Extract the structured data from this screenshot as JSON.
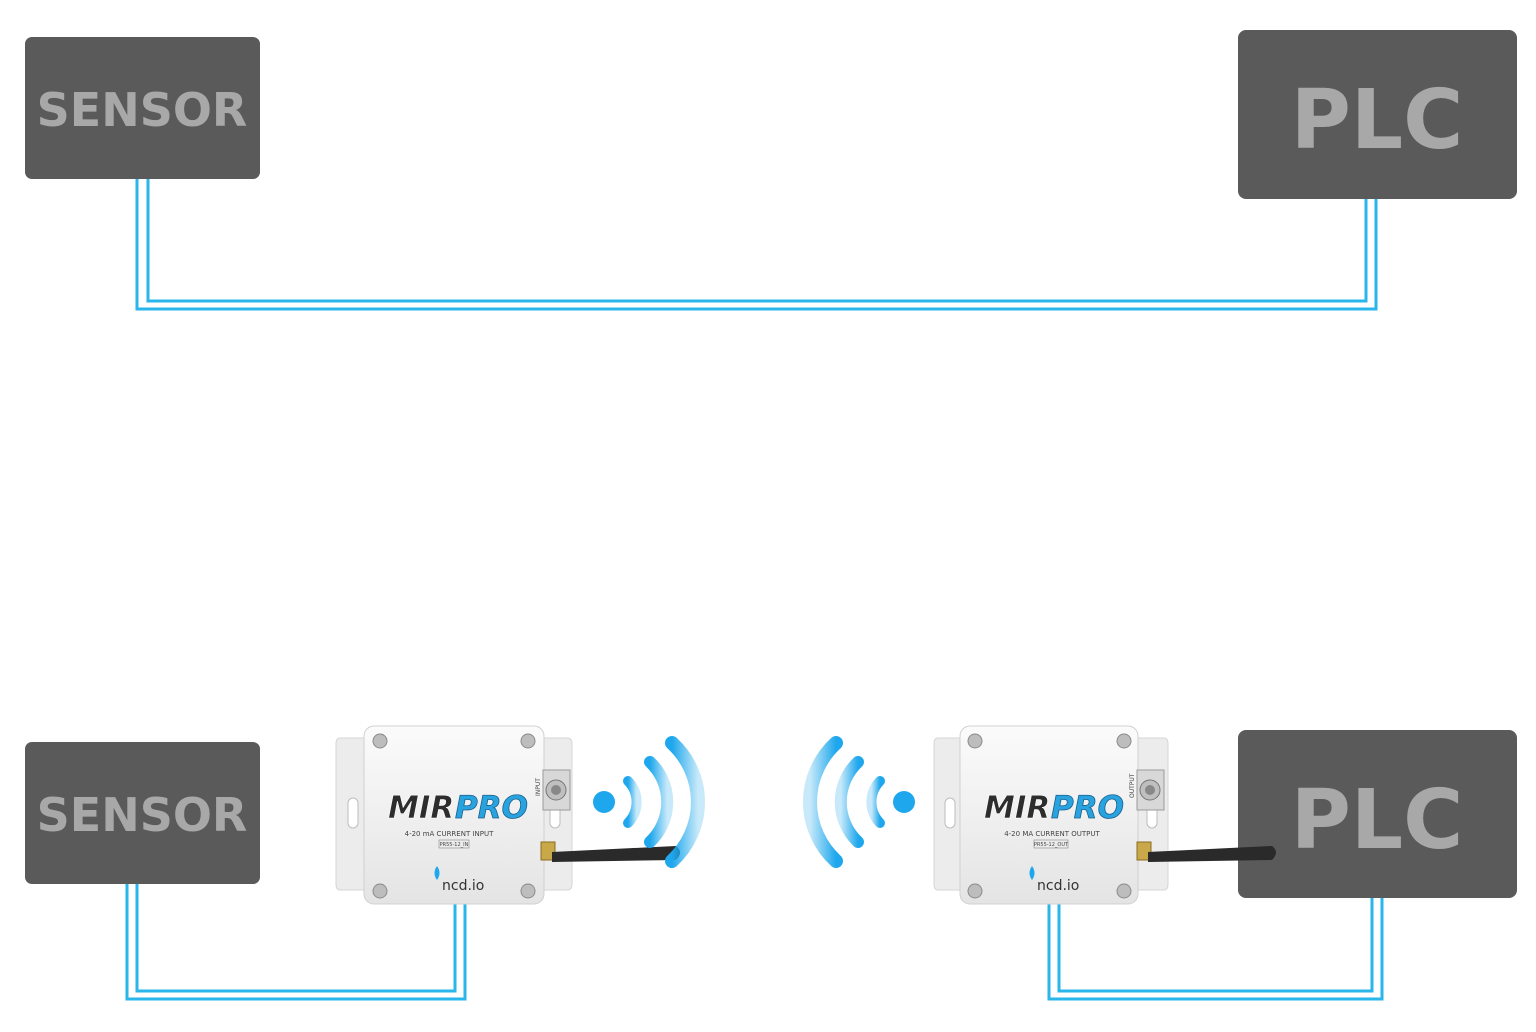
{
  "top_row": {
    "sensor_label": "SENSOR",
    "plc_label": "PLC"
  },
  "bottom_row": {
    "sensor_label": "SENSOR",
    "plc_label": "PLC",
    "input_module": {
      "brand_a": "MIR",
      "brand_b": "PRO",
      "function": "4-20 mA CURRENT INPUT",
      "part": "PR55-12_IN",
      "port_label": "INPUT",
      "maker": "ncd.io"
    },
    "output_module": {
      "brand_a": "MIR",
      "brand_b": "PRO",
      "function": "4-20 MA CURRENT OUTPUT",
      "part": "PR55-12_OUT",
      "port_label": "OUTPUT",
      "maker": "ncd.io"
    }
  },
  "colors": {
    "box_fill": "#5a5a5b",
    "box_text": "#a8a8a8",
    "wire": "#29b6ea",
    "signal": "#1ea7ec",
    "module_body": "#f2f2f2"
  }
}
